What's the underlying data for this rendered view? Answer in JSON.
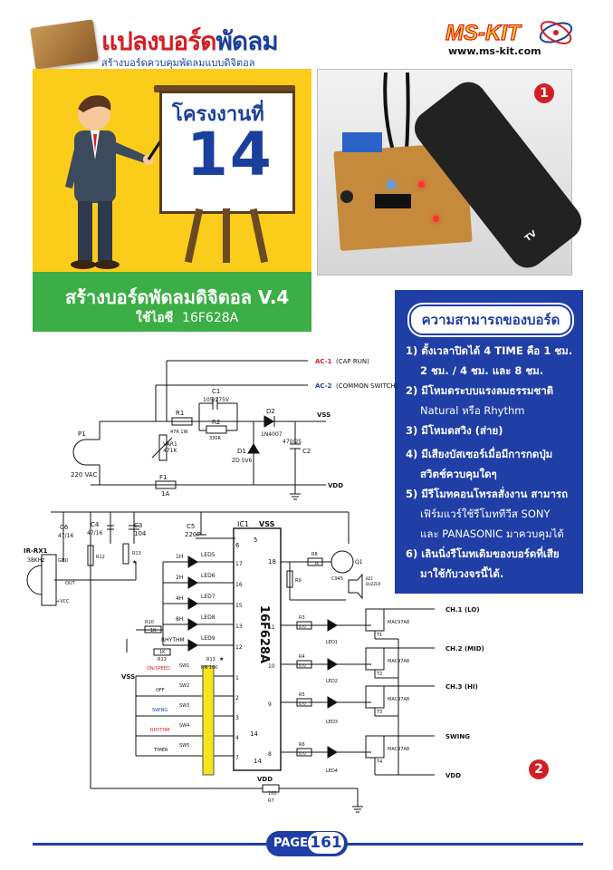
{
  "header": {
    "title_red": "แปลงบอร์ด",
    "title_blue": "พัดลม",
    "subtitle": "สร้างบอร์ดควบคุมพัดลมแบบดิจิตอล",
    "logo_text": "MS-KIT",
    "logo_url": "www.ms-kit.com",
    "colors": {
      "red": "#d21f26",
      "blue": "#1b3f9c",
      "yellow": "#fccc1a",
      "green": "#3bae45"
    }
  },
  "card": {
    "board_label": "โครงงานที่",
    "board_number": "14",
    "green_title": "สร้างบอร์ดพัดลมดิจิตอล V.4",
    "green_sub_th": "ใช้ไอซี",
    "green_sub_ic": "16F628A"
  },
  "photo": {
    "badge": "1",
    "remote_label": "TV"
  },
  "features": {
    "heading": "ความสามารถของบอร์ด",
    "items": [
      {
        "num": "1)",
        "line1": "ตั้งเวลาปิดได้ 4 TIME คือ 1 ชม.",
        "line2": "2 ชม. / 4 ชม. และ 8 ชม."
      },
      {
        "num": "2)",
        "line1": "มีโหมดระบบแรงลมธรรมชาติ",
        "line2": "Natural หรือ  Rhythm"
      },
      {
        "num": "3)",
        "line1": "มีโหมดสวิง (ส่าย)",
        "line2": ""
      },
      {
        "num": "4)",
        "line1": "มีเสียงบัสเซอร์เมื่อมีการกดปุ่ม",
        "line2": "สวิตช์ควบคุมใดๆ"
      },
      {
        "num": "5)",
        "line1": "มีรีโมทคอนโทรลสั่งงาน สามารถ",
        "line2": "เฟิร์มแวร์ใช้รีโมททีวีส SONY",
        "line3": "และ PANASONIC มาควบคุมได้"
      },
      {
        "num": "6)",
        "line1": "เลินนิ่งรีโมทเดิมของบอร์ดที่เสีย",
        "line2": "มาใช้กับวงจรนี้ได้."
      }
    ]
  },
  "schematic": {
    "badge": "2",
    "ac1": "AC-1",
    "ac1_note": "(CAP RUN)",
    "ac2": "AC-2",
    "ac2_note": "(COMMON SWITCH)",
    "c1": "C1",
    "c1_val": "105/275V",
    "r1": "R1",
    "r1_val": "47R 1W",
    "r2": "R2",
    "r2_val": "330R",
    "d2": "D2",
    "d2_val": "1N4007",
    "vss": "VSS",
    "vdd": "VDD",
    "p1": "P1",
    "p1_val": "220 VAC",
    "var1": "VAR1",
    "var1_val": "471K",
    "d1": "D1",
    "d1_val": "ZD 5V6",
    "c2": "C2",
    "c2_val": "470/25",
    "f1": "F1",
    "f1_val": "1A",
    "c6": "C6",
    "c6_val": "47/16",
    "c4": "C4",
    "c4_val": "47/16",
    "c3": "C3",
    "c3_val": "104",
    "c5": "C5",
    "c5_val": "220P",
    "ic1": "IC1",
    "ic_part": "16F628A",
    "irrx": "IR-RX1",
    "irrx_val": "38KHz",
    "irrx_pins": [
      "GND",
      "OUT",
      "+VCC"
    ],
    "r12": "R12",
    "r13": "R13",
    "r13_val": "RN 10K",
    "star": "★",
    "r8": "R8",
    "r8_val": "1K",
    "r9": "R9",
    "q1": "Q1",
    "q1_val": "C945",
    "bz": "BZ1",
    "bz_val": "BUZZER",
    "led_rows": [
      {
        "label": "1H",
        "led": "LED5",
        "pin": "17"
      },
      {
        "label": "2H",
        "led": "LED6",
        "pin": "16"
      },
      {
        "label": "4H",
        "led": "LED7",
        "pin": "15"
      },
      {
        "label": "8H",
        "led": "LED8",
        "pin": "13"
      },
      {
        "label": "RHYTHM",
        "led": "LED9",
        "pin": "12"
      }
    ],
    "r10": "R10",
    "r10_val": "1K",
    "r11": "R11",
    "r11_val": "1K",
    "sw_rows": [
      {
        "label": "ON/SPEED",
        "sw": "SW1",
        "pin": "1"
      },
      {
        "label": "OFF",
        "sw": "SW2",
        "pin": "2"
      },
      {
        "label": "SWING",
        "sw": "SW3",
        "pin": "3"
      },
      {
        "label": "RHYTHM",
        "sw": "SW4",
        "pin": "4"
      },
      {
        "label": "TIMER",
        "sw": "SW5",
        "pin": "7"
      }
    ],
    "ic_pins_top": [
      "5",
      "6"
    ],
    "ic_pin_18": "18",
    "ic_pins_bottom": [
      "14",
      "14"
    ],
    "out_rows": [
      {
        "pin": "11",
        "r": "R3",
        "rv": "470",
        "led": "LED1",
        "t": "T1",
        "triac": "MAC97A8",
        "ch": "CH.1 (LO)"
      },
      {
        "pin": "10",
        "r": "R4",
        "rv": "470",
        "led": "LED2",
        "t": "T2",
        "triac": "MAC97A8",
        "ch": "CH.2 (MID)"
      },
      {
        "pin": "9",
        "r": "R5",
        "rv": "470",
        "led": "LED3",
        "t": "T3",
        "triac": "MAC97A8",
        "ch": "CH.3 (HI)"
      },
      {
        "pin": "8",
        "r": "R6",
        "rv": "470",
        "led": "LED4",
        "t": "T4",
        "triac": "MAC97A8",
        "ch": "SWING"
      }
    ],
    "r7": "R7",
    "r7_val": "100"
  },
  "footer": {
    "page_word": "PAGE",
    "page_number": "161"
  }
}
